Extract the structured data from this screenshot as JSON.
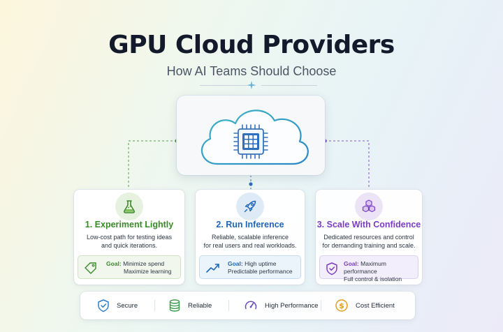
{
  "header": {
    "title": "GPU Cloud Providers",
    "subtitle": "How AI Teams Should Choose"
  },
  "colors": {
    "green": "#3a8a2a",
    "blue": "#1f66b8",
    "purple": "#7a3ec0",
    "cloud_stroke": "#35a7c2",
    "chip": "#2f6fbb"
  },
  "cards": [
    {
      "title": "1. Experiment Lightly",
      "desc_line1": "Low-cost path for testing ideas",
      "desc_line2": "and quick iterations.",
      "goal_label": "Goal:",
      "goal_line1": "Minimize spend",
      "goal_line2": "Maximize learning",
      "icon": "flask-icon",
      "goal_icon": "tag-icon"
    },
    {
      "title": "2. Run Inference",
      "desc_line1": "Reliable, scalable inference",
      "desc_line2": "for real users and real workloads.",
      "goal_label": "Goal:",
      "goal_line1": "High uptime",
      "goal_line2": "Predictable performance",
      "icon": "rocket-icon",
      "goal_icon": "trending-up-icon"
    },
    {
      "title": "3. Scale With Confidence",
      "desc_line1": "Dedicated resources and control",
      "desc_line2": "for demanding training and scale.",
      "goal_label": "Goal:",
      "goal_line1": "Maximum performance",
      "goal_line2": "Full control & isolation",
      "icon": "cubes-icon",
      "goal_icon": "shield-check-icon"
    }
  ],
  "features": [
    {
      "label": "Secure",
      "icon": "shield-check-icon"
    },
    {
      "label": "Reliable",
      "icon": "database-icon"
    },
    {
      "label": "High Performance",
      "icon": "speedometer-icon"
    },
    {
      "label": "Cost Efficient",
      "icon": "dollar-coin-icon"
    }
  ]
}
